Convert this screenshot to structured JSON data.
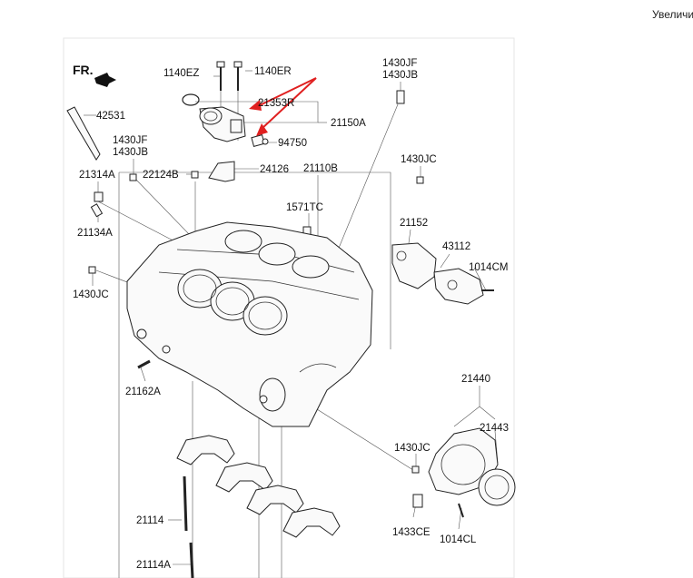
{
  "toolbar": {
    "zoom_label": "Увеличить",
    "zoom_icon": "magnifier-plus-icon"
  },
  "diagram": {
    "front_marker": "FR.",
    "arrow_color": "#e02020",
    "labels": {
      "p1140EZ": "1140EZ",
      "p1140ER": "1140ER",
      "p21353R": "21353R",
      "p21150A": "21150A",
      "p94750": "94750",
      "p42531": "42531",
      "p1430JF_a": "1430JF",
      "p1430JB_a": "1430JB",
      "p1430JF_b": "1430JF",
      "p1430JB_b": "1430JB",
      "p21314A": "21314A",
      "p22124B": "22124B",
      "p24126": "24126",
      "p21110B": "21110B",
      "p1430JC_a": "1430JC",
      "p21134A": "21134A",
      "p1571TC": "1571TC",
      "p21152": "21152",
      "p43112": "43112",
      "p1014CM": "1014CM",
      "p1430JC_b": "1430JC",
      "p21162A": "21162A",
      "p21440": "21440",
      "p21443": "21443",
      "p1430JC_c": "1430JC",
      "p21114": "21114",
      "p1433CE": "1433CE",
      "p1014CL": "1014CL",
      "p21114A": "21114A"
    }
  }
}
